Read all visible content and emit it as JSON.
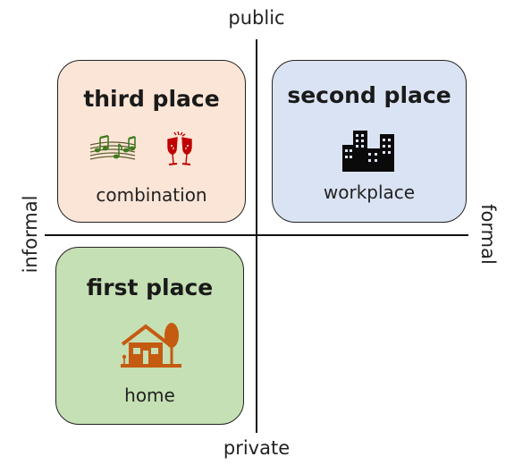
{
  "axes": {
    "top": "public",
    "bottom": "private",
    "left": "informal",
    "right": "formal"
  },
  "quadrants": {
    "third": {
      "title": "third place",
      "caption": "combination",
      "icons": [
        "music-notes-icon",
        "champagne-toast-icon"
      ],
      "color": "#fbe5d6"
    },
    "second": {
      "title": "second place",
      "caption": "workplace",
      "icons": [
        "office-buildings-icon"
      ],
      "color": "#dae3f3"
    },
    "first": {
      "title": "first place",
      "caption": "home",
      "icons": [
        "house-with-tree-icon"
      ],
      "color": "#c5e0b4"
    }
  }
}
